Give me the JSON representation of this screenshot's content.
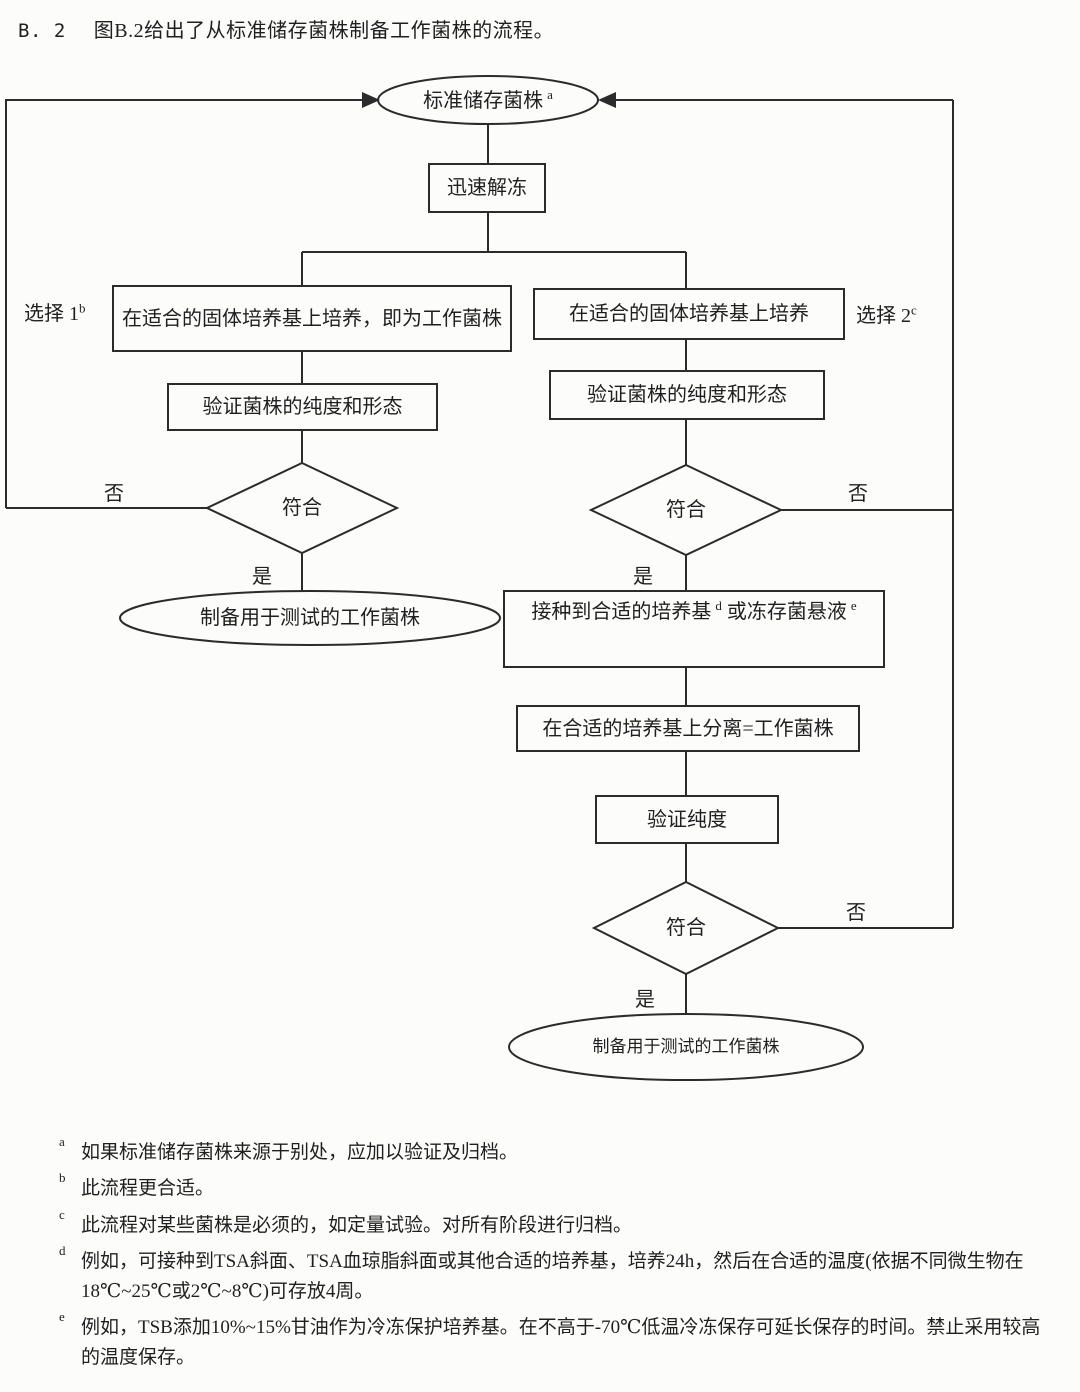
{
  "heading": {
    "label": "B. 2",
    "text": "图B.2给出了从标准储存菌株制备工作菌株的流程。"
  },
  "flowchart": {
    "nodes": {
      "start": {
        "text": "标准储存菌株",
        "sup": "a"
      },
      "thaw": {
        "text": "迅速解冻"
      },
      "culture_left": {
        "text": "在适合的固体培养基上培养，即为工作菌株"
      },
      "culture_right": {
        "text": "在适合的固体培养基上培养"
      },
      "verify_left": {
        "text": "验证菌株的纯度和形态"
      },
      "verify_right": {
        "text": "验证菌株的纯度和形态"
      },
      "decision_left": {
        "text": "符合"
      },
      "decision_right": {
        "text": "符合"
      },
      "end_left": {
        "text": "制备用于测试的工作菌株"
      },
      "inoculate": {
        "part1": "接种到合适的培养基",
        "sup1": "d",
        "part2": "或冻存菌悬液",
        "sup2": "e"
      },
      "separate": {
        "text": "在合适的培养基上分离=工作菌株"
      },
      "verify_purity": {
        "text": "验证纯度"
      },
      "decision_final": {
        "text": "符合"
      },
      "end_final": {
        "text": "制备用于测试的工作菌株"
      }
    },
    "labels": {
      "option1": {
        "text": "选择 1",
        "sup": "b"
      },
      "option2": {
        "text": "选择 2",
        "sup": "c"
      },
      "yes": "是",
      "no": "否"
    }
  },
  "footnotes": [
    {
      "marker": "a",
      "text": "如果标准储存菌株来源于别处，应加以验证及归档。"
    },
    {
      "marker": "b",
      "text": "此流程更合适。"
    },
    {
      "marker": "c",
      "text": "此流程对某些菌株是必须的，如定量试验。对所有阶段进行归档。"
    },
    {
      "marker": "d",
      "text": "例如，可接种到TSA斜面、TSA血琼脂斜面或其他合适的培养基，培养24h，然后在合适的温度(依据不同微生物在18℃~25℃或2℃~8℃)可存放4周。"
    },
    {
      "marker": "e",
      "text": "例如，TSB添加10%~15%甘油作为冷冻保护培养基。在不高于-70℃低温冷冻保存可延长保存的时间。禁止采用较高的温度保存。"
    }
  ],
  "colors": {
    "line": "#2b2b2b",
    "text": "#1f1f1f",
    "background": "#fcfcfb"
  }
}
